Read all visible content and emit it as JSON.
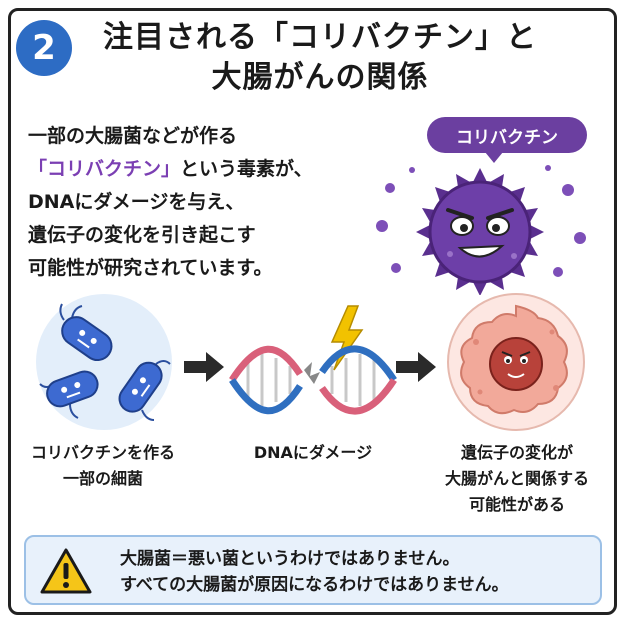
{
  "badge": {
    "number": "2"
  },
  "title": {
    "line1": "注目される「コリバクチン」と",
    "line2": "大腸がんの関係"
  },
  "intro": {
    "line1": "一部の大腸菌などが作る",
    "line2_highlight": "「コリバクチン」",
    "line2_rest": "という毒素が、",
    "line3": "DNAにダメージを与え、",
    "line4": "遺伝子の変化を引き起こす",
    "line5": "可能性が研究されています。"
  },
  "toxin": {
    "label": "コリバクチン",
    "icon": "purple-virus-icon"
  },
  "flow": {
    "step1": {
      "line1": "コリバクチンを作る",
      "line2": "一部の細菌",
      "icon": "bacteria-icon"
    },
    "step2": {
      "line1": "DNAにダメージ",
      "icon": "damaged-dna-icon"
    },
    "step3": {
      "line1": "遺伝子の変化が",
      "line2": "大腸がんと関係する",
      "line3": "可能性がある",
      "icon": "cancer-cell-icon"
    }
  },
  "warning": {
    "icon": "warning-icon",
    "line1": "大腸菌＝悪い菌というわけではありません。",
    "line2": "すべての大腸菌が原因になるわけではありません。"
  },
  "colors": {
    "accent_blue": "#2d6cc4",
    "toxin_purple": "#6b3fa0",
    "warning_bg": "#e8f1fb"
  }
}
